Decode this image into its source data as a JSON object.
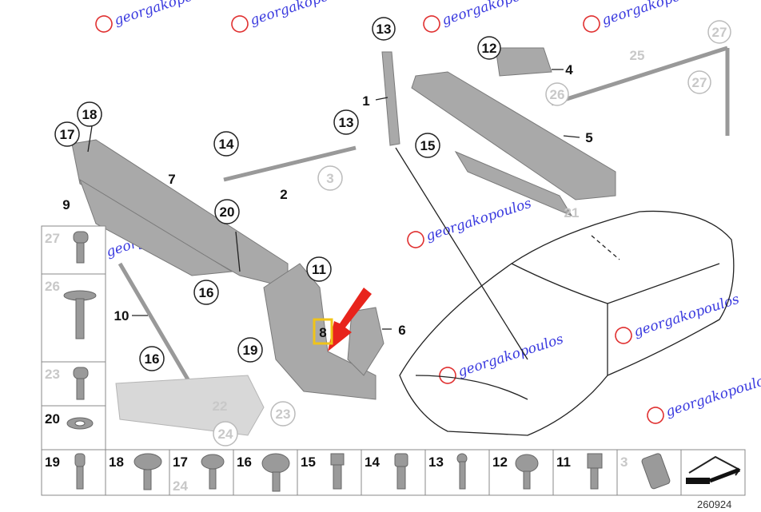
{
  "diagram": {
    "callouts": [
      "13",
      "1",
      "12",
      "4",
      "25",
      "27",
      "26",
      "27",
      "13",
      "15",
      "5",
      "14",
      "18",
      "17",
      "3",
      "2",
      "7",
      "9",
      "20",
      "21",
      "11",
      "16",
      "10",
      "8",
      "6",
      "19",
      "16",
      "22",
      "23",
      "24"
    ],
    "highlighted_part": "8",
    "highlight_color": "#f0c419",
    "arrow_color": "#e8241c",
    "left_column": [
      "27",
      "26",
      "23",
      "20"
    ],
    "bottom_row": [
      "19",
      "18",
      "17",
      "24",
      "16",
      "15",
      "14",
      "13",
      "12",
      "11",
      "3"
    ],
    "diagram_code": "260924",
    "watermark": "georgakopoulos"
  }
}
